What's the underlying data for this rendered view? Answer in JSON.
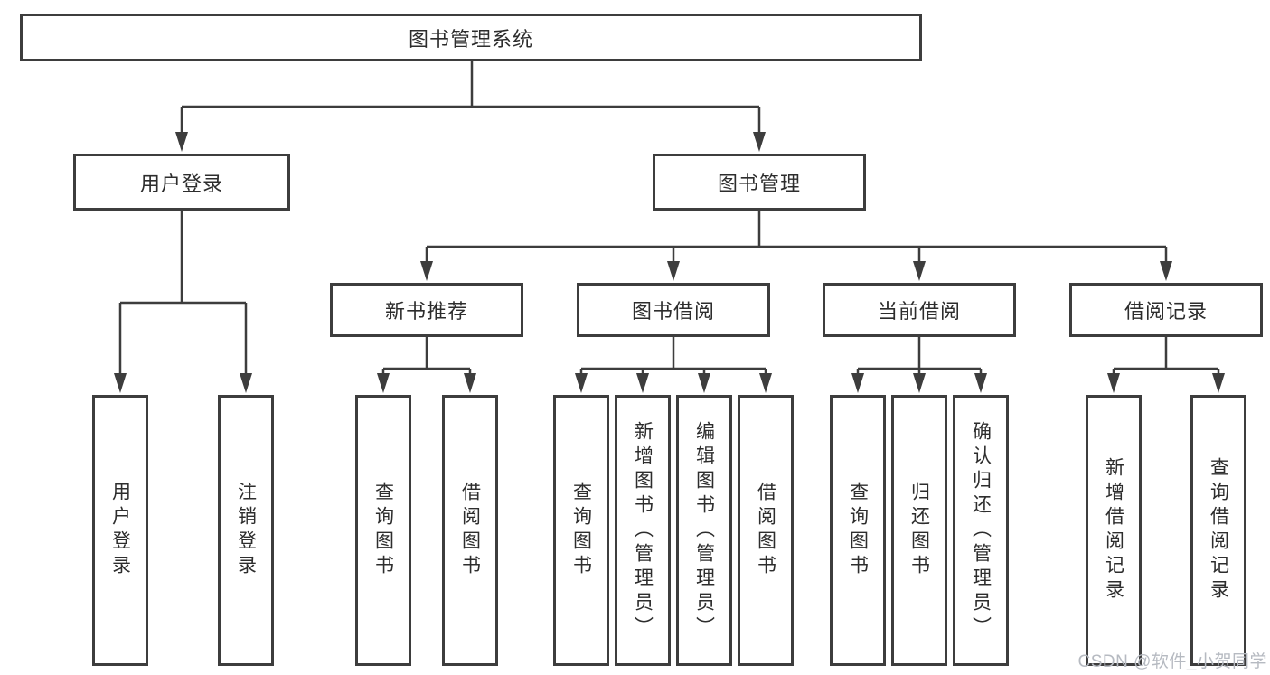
{
  "diagram": {
    "root": {
      "label": "图书管理系统"
    },
    "level2": [
      {
        "label": "用户登录"
      },
      {
        "label": "图书管理"
      }
    ],
    "level3": [
      {
        "label": "新书推荐"
      },
      {
        "label": "图书借阅"
      },
      {
        "label": "当前借阅"
      },
      {
        "label": "借阅记录"
      }
    ],
    "leaves": [
      {
        "label": "用户登录"
      },
      {
        "label": "注销登录"
      },
      {
        "label": "查询图书"
      },
      {
        "label": "借阅图书"
      },
      {
        "label": "查询图书"
      },
      {
        "label": "新增图书（管理员）"
      },
      {
        "label": "编辑图书（管理员）"
      },
      {
        "label": "借阅图书"
      },
      {
        "label": "查询图书"
      },
      {
        "label": "归还图书"
      },
      {
        "label": "确认归还（管理员）"
      },
      {
        "label": "新增借阅记录"
      },
      {
        "label": "查询借阅记录"
      }
    ],
    "colors": {
      "line": "#3d3d3d",
      "text": "#2d2d2d",
      "background": "#ffffff"
    }
  },
  "watermark": {
    "text": "CSDN @软件_小贺同学",
    "color": "#b6bac1"
  }
}
